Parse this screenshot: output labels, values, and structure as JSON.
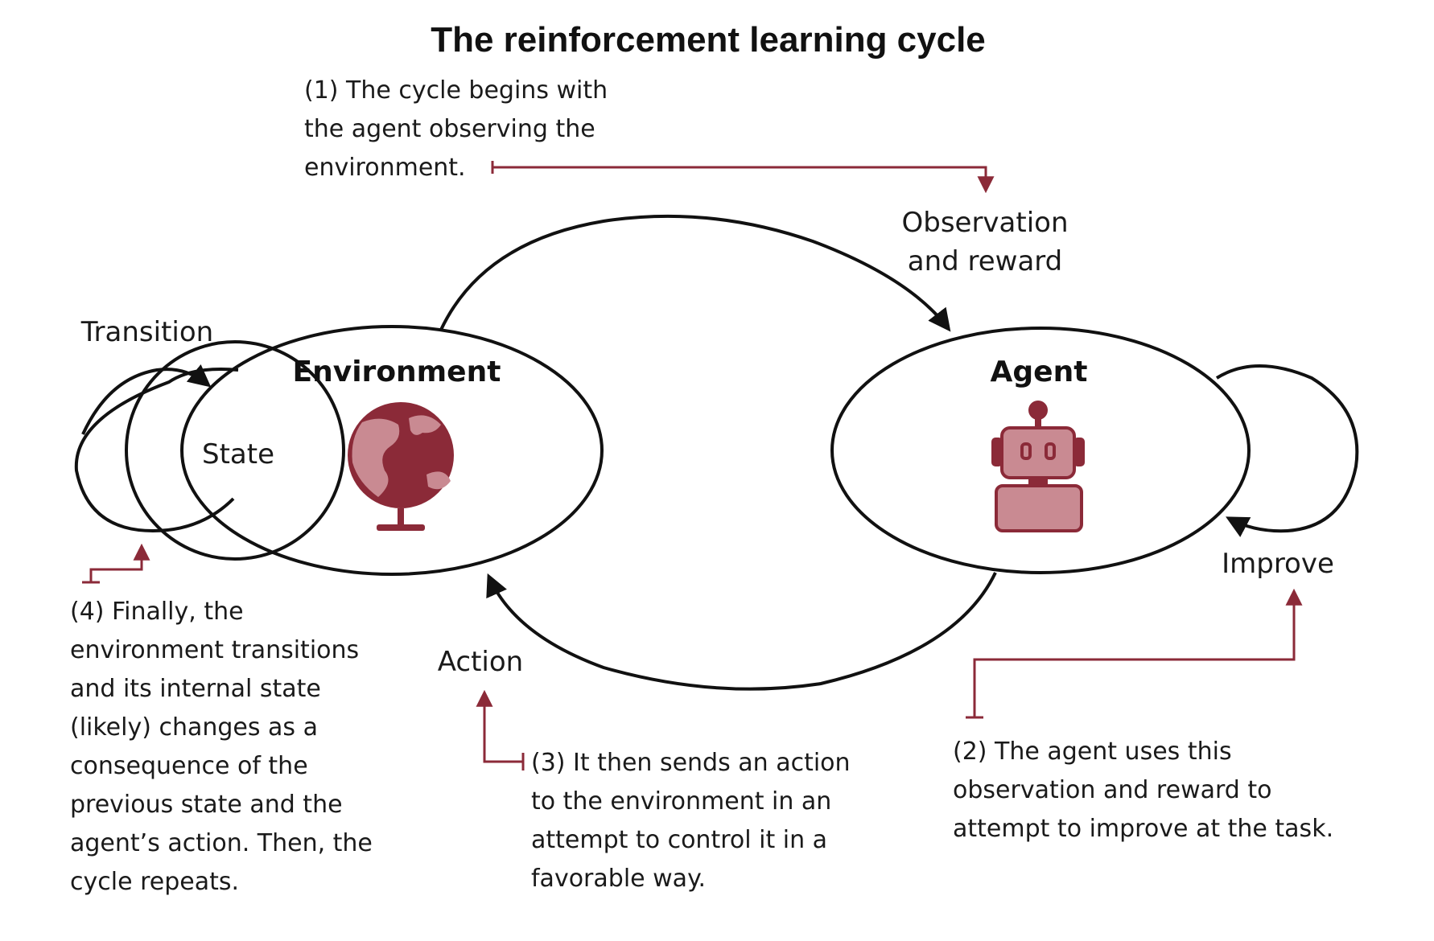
{
  "title": "The reinforcement learning cycle",
  "nodes": {
    "environment": "Environment",
    "state": "State",
    "agent": "Agent"
  },
  "edges": {
    "observation_reward": [
      "Observation",
      "and reward"
    ],
    "action": "Action",
    "transition": "Transition",
    "improve": "Improve"
  },
  "notes": {
    "step1": [
      "(1) The cycle begins with",
      "the agent observing the",
      "environment."
    ],
    "step2": [
      "(2) The agent uses this",
      "observation and reward to",
      "attempt to improve at the task."
    ],
    "step3": [
      "(3) It then sends an action",
      "to the environment in an",
      "attempt to control it in a",
      "favorable way."
    ],
    "step4": [
      "(4) Finally, the",
      "environment transitions",
      "and its internal state",
      "(likely) changes as a",
      "consequence of the",
      "previous state and the",
      "agent’s action. Then, the",
      "cycle repeats."
    ]
  },
  "icons": {
    "environment_icon": "globe-icon",
    "agent_icon": "robot-icon"
  },
  "colors": {
    "accent": "#8b2a38",
    "accent_light": "#c98a92",
    "stroke": "#111111"
  }
}
